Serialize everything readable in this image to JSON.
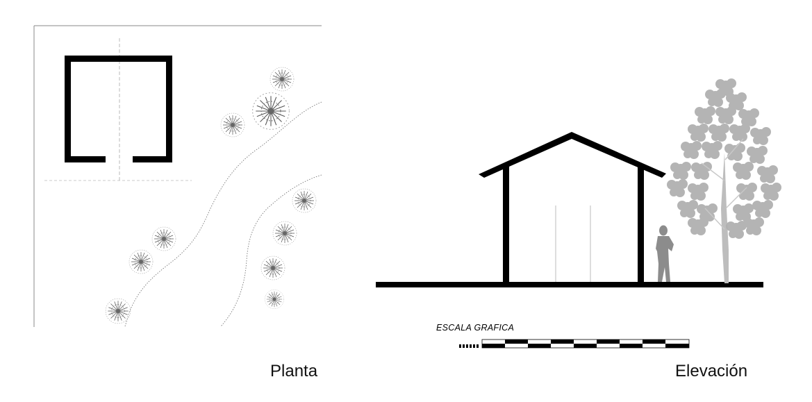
{
  "plan": {
    "title": "Planta"
  },
  "elevation": {
    "title": "Elevación",
    "scale_label": "ESCALA GRAFICA"
  },
  "colors": {
    "ink": "#000000",
    "tree": "#a8a8a8",
    "person": "#8c8c8c",
    "linework": "#9a9a9a"
  }
}
